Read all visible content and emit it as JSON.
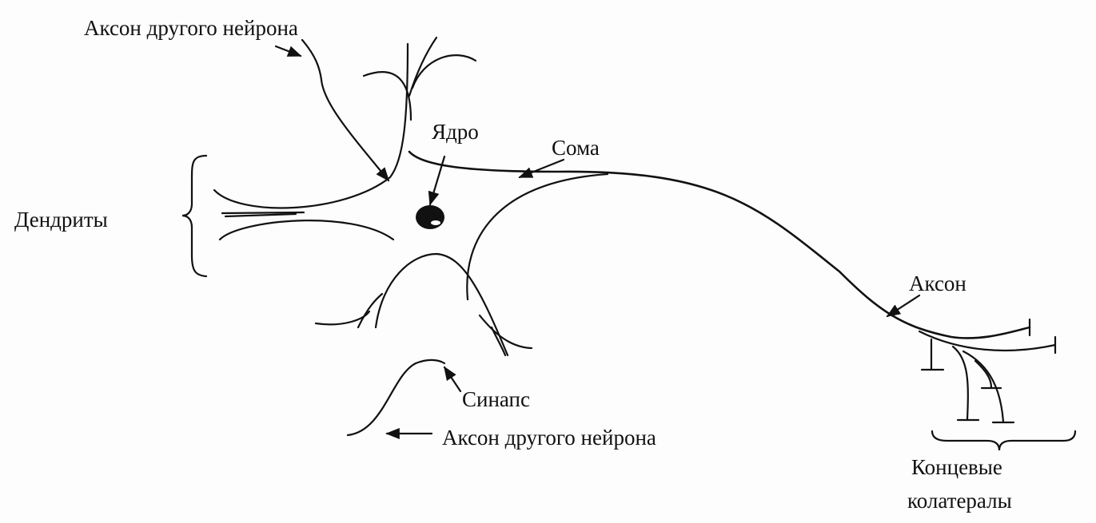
{
  "labels": {
    "axon_other_top": "Аксон другого нейрона",
    "nucleus": "Ядро",
    "soma": "Сома",
    "dendrites": "Дендриты",
    "axon": "Аксон",
    "synapse": "Синапс",
    "axon_other_bottom": "Аксон другого нейрона",
    "terminal_collaterals_line1": "Концевые",
    "terminal_collaterals_line2": "колатералы"
  }
}
